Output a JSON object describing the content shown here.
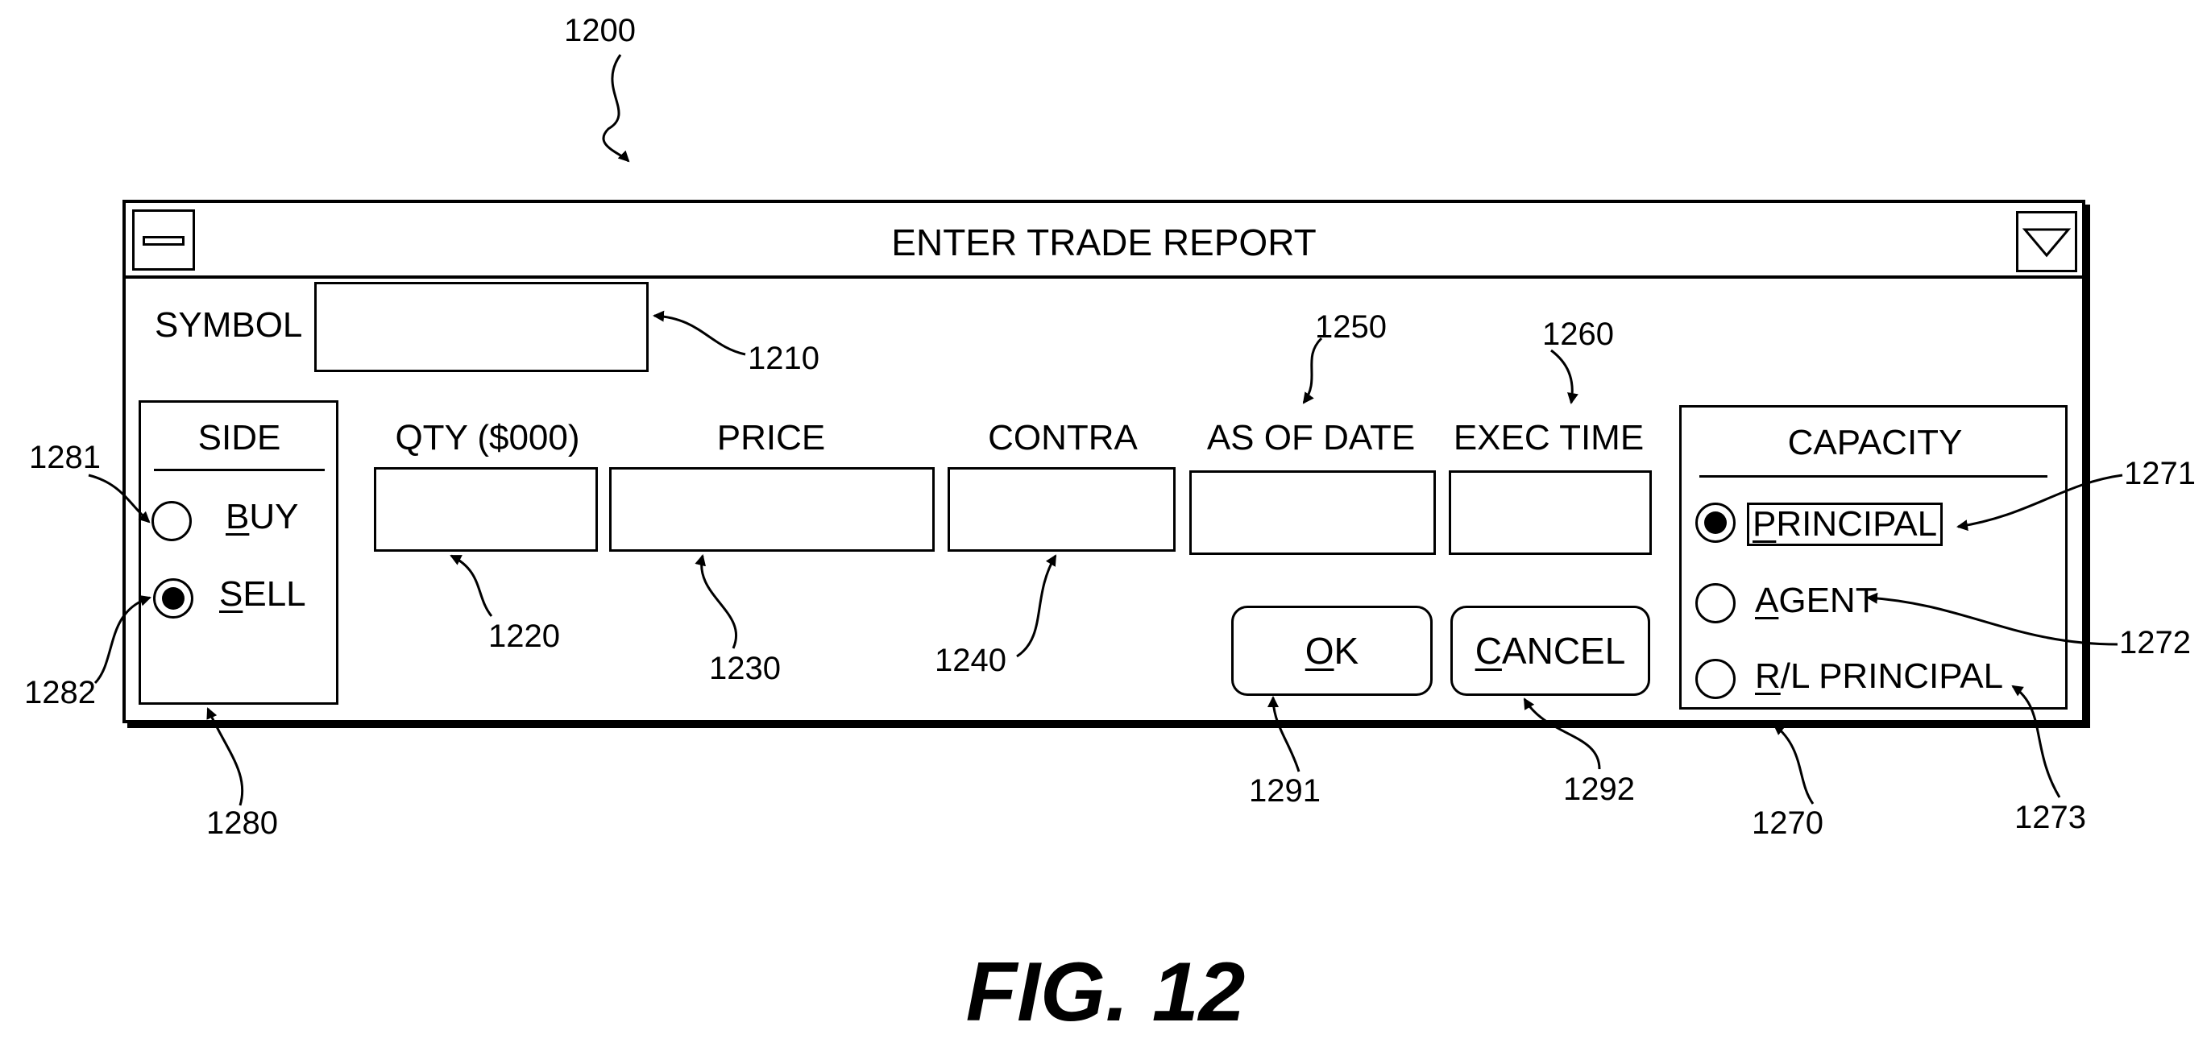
{
  "figure": {
    "ref": "1200",
    "caption": "FIG. 12"
  },
  "window": {
    "title": "ENTER TRADE REPORT",
    "menu_icon": "system-menu-icon",
    "dropdown_icon": "down-triangle-icon"
  },
  "symbol": {
    "label": "SYMBOL",
    "value": "",
    "ref": "1210"
  },
  "side": {
    "title": "SIDE",
    "ref": "1280",
    "options": [
      {
        "hotkey": "B",
        "rest": "UY",
        "selected": false,
        "ref": "1281"
      },
      {
        "hotkey": "S",
        "rest": "ELL",
        "selected": true,
        "ref": "1282"
      }
    ]
  },
  "fields": {
    "qty": {
      "label": "QTY ($000)",
      "value": "",
      "ref": "1220"
    },
    "price": {
      "label": "PRICE",
      "value": "",
      "ref": "1230"
    },
    "contra": {
      "label": "CONTRA",
      "value": "",
      "ref": "1240"
    },
    "as_of_date": {
      "label": "AS OF DATE",
      "value": "",
      "ref": "1250"
    },
    "exec_time": {
      "label": "EXEC TIME",
      "value": "",
      "ref": "1260"
    }
  },
  "buttons": {
    "ok": {
      "hotkey": "O",
      "rest": "K",
      "ref": "1291"
    },
    "cancel": {
      "hotkey": "C",
      "rest": "ANCEL",
      "ref": "1292"
    }
  },
  "capacity": {
    "title": "CAPACITY",
    "ref": "1270",
    "options": [
      {
        "hotkey": "P",
        "rest": "RINCIPAL",
        "selected": true,
        "ref": "1271"
      },
      {
        "hotkey": "A",
        "rest": "GENT",
        "selected": false,
        "ref": "1272"
      },
      {
        "hotkey": "R",
        "rest": "/L PRINCIPAL",
        "selected": false,
        "ref": "1273"
      }
    ]
  }
}
